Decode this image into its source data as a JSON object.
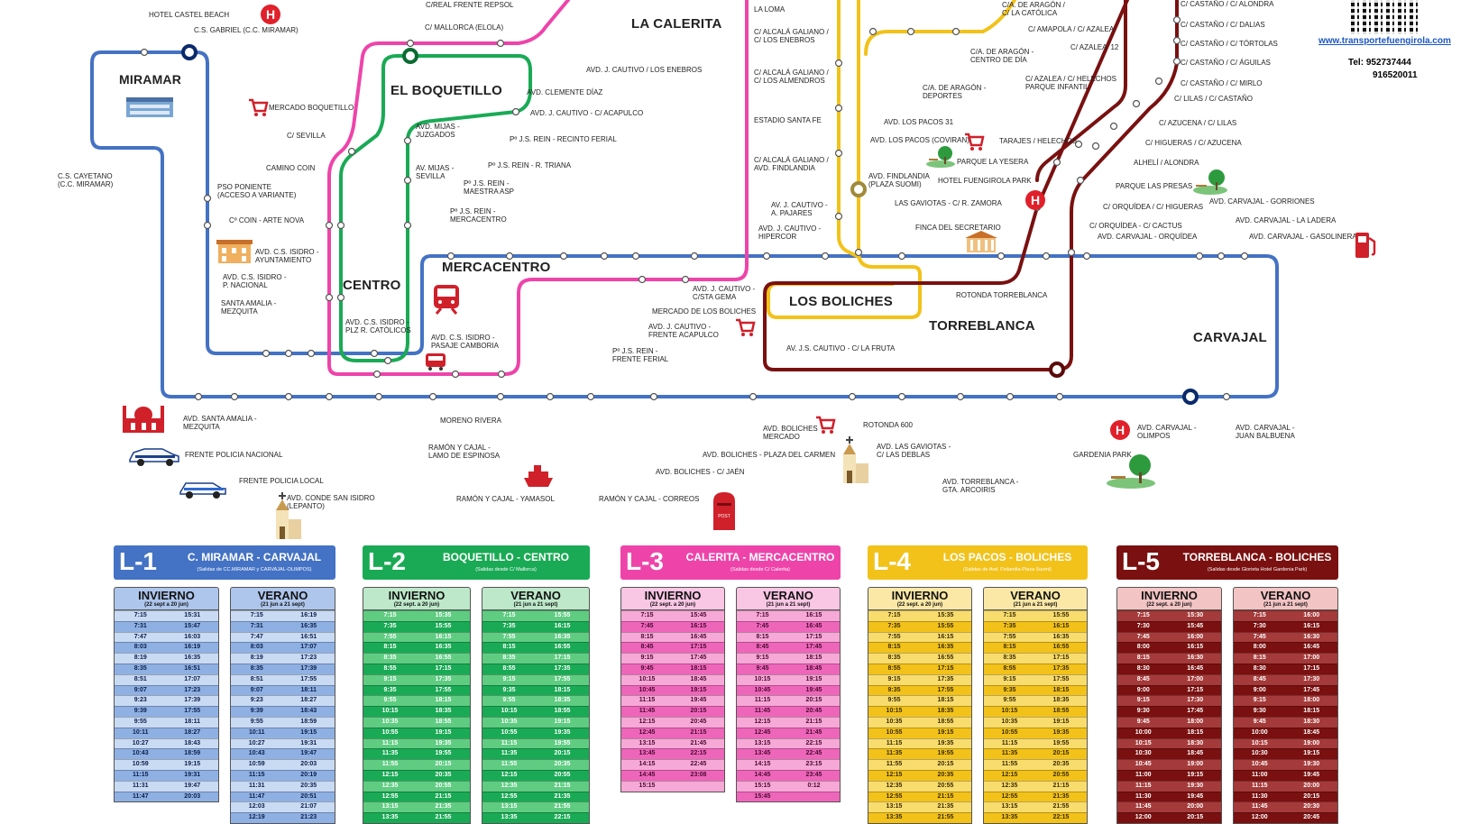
{
  "areas": {
    "miramar": "MIRAMAR",
    "el_boquetillo": "EL BOQUETILLO",
    "centro": "CENTRO",
    "mercacentro": "MERCACENTRO",
    "la_calerita": "LA CALERITA",
    "los_boliches": "LOS BOLICHES",
    "torreblanca": "TORREBLANCA",
    "carvajal": "CARVAJAL"
  },
  "stops": {
    "s01": "HOTEL CASTEL BEACH",
    "s02": "C.S. GABRIEL (C.C. MIRAMAR)",
    "s03": "C/REAL FRENTE REPSOL",
    "s04": "C/ MALLORCA (ELOLA)",
    "s05": "MERCADO BOQUETILLO",
    "s06": "C/ SEVILLA",
    "s07": "CAMINO COIN",
    "s08": "C.S. CAYETANO\n(C.C. MIRAMAR)",
    "s09": "PSO PONIENTE\n(ACCESO A VARIANTE)",
    "s10": "Cº COIN - ARTE NOVA",
    "s11": "AVD. C.S. ISIDRO -\nAYUNTAMIENTO",
    "s12": "AVD. C.S. ISIDRO -\nP. NACIONAL",
    "s13": "SANTA AMALIA -\nMEZQUITA",
    "s14": "AVD. C.S. ISIDRO -\nPLZ R. CATÓLICOS",
    "s15": "AVD. C.S. ISIDRO -\nPASAJE CAMBORIA",
    "s16": "AVD. CLEMENTE DÍAZ",
    "s17": "AVD. MIJAS -\nJUZGADOS",
    "s18": "AV. MIJAS -\nSEVILLA",
    "s19": "Pº J.S. REIN - RECINTO FERIAL",
    "s20": "Pº J.S. REIN - R. TRIANA",
    "s21": "Pº J.S. REIN -\nMAESTRA ASP",
    "s22": "Pº J.S. REIN -\nMERCACENTRO",
    "s23": "AVD. J. CAUTIVO / LOS ENEBROS",
    "s24": "AVD. J. CAUTIVO - C/ ACAPULCO",
    "s25": "LA LOMA",
    "s26": "C/ ALCALÁ GALIANO /\nC/ LOS ENEBROS",
    "s27": "C/ ALCALÁ GALIANO /\nC/ LOS ALMENDROS",
    "s28": "ESTADIO SANTA FE",
    "s29": "C/ ALCALÁ GALIANO /\nAVD. FINDLANDIA",
    "s30": "AV. J. CAUTIVO -\nA. PAJARES",
    "s31": "AVD. J. CAUTIVO -\nHIPERCOR",
    "s32": "AVD. J. CAUTIVO -\nC/STA GEMA",
    "s33": "MERCADO DE LOS BOLICHES",
    "s34": "AVD. J. CAUTIVO -\nFRENTE ACAPULCO",
    "s35": "Pº J.S. REIN -\nFRENTE FERIAL",
    "s36": "AV. J.S. CAUTIVO - C/ LA FRUTA",
    "s37": "AVD. LOS PACOS 31",
    "s38": "AVD. LOS PACOS (COVIRAN)",
    "s39": "AVD. FINDLANDIA\n(PLAZA SUOMI)",
    "s40": "LAS GAVIOTAS - C/ R. ZAMORA",
    "s41": "FINCA DEL SECRETARIO",
    "s42": "ROTONDA TORREBLANCA",
    "s43": "C/A. DE ARAGÓN /\nC/ LA CATÓLICA",
    "s44": "C/ AMAPOLA / C/ AZALEA",
    "s45": "C/ AZALEA  12",
    "s46": "C/A. DE ARAGÓN -\nCENTRO DE DÍA",
    "s47": "C/ AZALEA / C/ HELECHOS\nPARQUE INFANTIL",
    "s48": "C/A. DE ARAGÓN -\nDEPORTES",
    "s49": "TARAJES / HELECHOS",
    "s50": "PARQUE LA YESERA",
    "s51": "HOTEL FUENGIROLA PARK",
    "s52": "C/ CASTAÑO / C/ ALONDRA",
    "s53": "C/ CASTAÑO / C/ DALIAS",
    "s54": "C/ CASTAÑO / C/ TÓRTOLAS",
    "s55": "C/ CASTAÑO / C/ ÁGUILAS",
    "s56": "C/ CASTAÑO / C/ MIRLO",
    "s57": "C/ LILAS / C/ CASTAÑO",
    "s58": "C/ AZUCENA / C/ LILAS",
    "s59": "C/ HIGUERAS / C/ AZUCENA",
    "s60": "ALHELÍ / ALONDRA",
    "s61": "PARQUE LAS PRESAS",
    "s62": "C/ ORQUÍDEA / C/ HIGUERAS",
    "s63": "C/ ORQUÍDEA - C/ CACTUS",
    "s64": "AVD. CARVAJAL - GORRIONES",
    "s65": "AVD. CARVAJAL - LA LADERA",
    "s66": "AVD. CARVAJAL - ORQUÍDEA",
    "s67": "AVD. CARVAJAL - GASOLINERA",
    "s68": "AVD. SANTA AMALIA -\nMEZQUITA",
    "s69": "FRENTE POLICIA NACIONAL",
    "s70": "FRENTE POLICIA LOCAL",
    "s71": "AVD. CONDE SAN ISIDRO\n(LEPANTO)",
    "s72": "MORENO RIVERA",
    "s73": "RAMÓN Y CAJAL -\nLAMO DE ESPINOSA",
    "s74": "RAMÓN Y CAJAL - YAMASOL",
    "s75": "RAMÓN Y CAJAL - CORREOS",
    "s76": "AVD. BOLICHES - C/ JAÉN",
    "s77": "AVD. BOLICHES - PLAZA DEL CARMEN",
    "s78": "AVD. BOLICHES\nMERCADO",
    "s79": "ROTONDA 600",
    "s80": "AVD. LAS GAVIOTAS -\nC/ LAS DEBLAS",
    "s81": "AVD. TORREBLANCA -\nGTA. ARCOIRIS",
    "s82": "GARDENIA PARK",
    "s83": "AVD. CARVAJAL -\nOLIMPOS",
    "s84": "AVD. CARVAJAL -\nJUAN BALBUENA"
  },
  "contact": {
    "website": "www.transportefuengirola.com",
    "phone": "Tel: 952737444",
    "phone2": "916520011"
  },
  "colors": {
    "l1": "#4472c4",
    "l2": "#1aaa55",
    "l3": "#ee44aa",
    "l4": "#f2c21a",
    "l5": "#7a1010"
  },
  "lines": [
    {
      "number": "L-1",
      "route": "C. MIRAMAR - CARVAJAL",
      "sub": "(Salidas de CC.MIRAMAR y CARVAJAL-OLIMPOS)",
      "winter_label": "INVIERNO",
      "winter_dates": "(22 sept a 20 jun)",
      "summer_label": "VERANO",
      "summer_dates": "(21 jun a 21 sept)",
      "winter": [
        [
          "7:15",
          "15:31"
        ],
        [
          "7:31",
          "15:47"
        ],
        [
          "7:47",
          "16:03"
        ],
        [
          "8:03",
          "16:19"
        ],
        [
          "8:19",
          "16:35"
        ],
        [
          "8:35",
          "16:51"
        ],
        [
          "8:51",
          "17:07"
        ],
        [
          "9:07",
          "17:23"
        ],
        [
          "9:23",
          "17:39"
        ],
        [
          "9:39",
          "17:55"
        ],
        [
          "9:55",
          "18:11"
        ],
        [
          "10:11",
          "18:27"
        ],
        [
          "10:27",
          "18:43"
        ],
        [
          "10:43",
          "18:59"
        ],
        [
          "10:59",
          "19:15"
        ],
        [
          "11:15",
          "19:31"
        ],
        [
          "11:31",
          "19:47"
        ],
        [
          "11:47",
          "20:03"
        ]
      ],
      "summer": [
        [
          "7:15",
          "16:19"
        ],
        [
          "7:31",
          "16:35"
        ],
        [
          "7:47",
          "16:51"
        ],
        [
          "8:03",
          "17:07"
        ],
        [
          "8:19",
          "17:23"
        ],
        [
          "8:35",
          "17:39"
        ],
        [
          "8:51",
          "17:55"
        ],
        [
          "9:07",
          "18:11"
        ],
        [
          "9:23",
          "18:27"
        ],
        [
          "9:39",
          "18:43"
        ],
        [
          "9:55",
          "18:59"
        ],
        [
          "10:11",
          "19:15"
        ],
        [
          "10:27",
          "19:31"
        ],
        [
          "10:43",
          "19:47"
        ],
        [
          "10:59",
          "20:03"
        ],
        [
          "11:15",
          "20:19"
        ],
        [
          "11:31",
          "20:35"
        ],
        [
          "11:47",
          "20:51"
        ],
        [
          "12:03",
          "21:07"
        ],
        [
          "12:19",
          "21:23"
        ]
      ]
    },
    {
      "number": "L-2",
      "route": "BOQUETILLO - CENTRO",
      "sub": "(Salidas desde C/ Mallorca)",
      "winter_label": "INVIERNO",
      "winter_dates": "(22 sept. a 20 jun)",
      "summer_label": "VERANO",
      "summer_dates": "(21 jun a 21 sept)",
      "winter": [
        [
          "7:15",
          "15:35"
        ],
        [
          "7:35",
          "15:55"
        ],
        [
          "7:55",
          "16:15"
        ],
        [
          "8:15",
          "16:35"
        ],
        [
          "8:35",
          "16:55"
        ],
        [
          "8:55",
          "17:15"
        ],
        [
          "9:15",
          "17:35"
        ],
        [
          "9:35",
          "17:55"
        ],
        [
          "9:55",
          "18:15"
        ],
        [
          "10:15",
          "18:35"
        ],
        [
          "10:35",
          "18:55"
        ],
        [
          "10:55",
          "19:15"
        ],
        [
          "11:15",
          "19:35"
        ],
        [
          "11:35",
          "19:55"
        ],
        [
          "11:55",
          "20:15"
        ],
        [
          "12:15",
          "20:35"
        ],
        [
          "12:35",
          "20:55"
        ],
        [
          "12:55",
          "21:15"
        ],
        [
          "13:15",
          "21:35"
        ],
        [
          "13:35",
          "21:55"
        ]
      ],
      "summer": [
        [
          "7:15",
          "15:55"
        ],
        [
          "7:35",
          "16:15"
        ],
        [
          "7:55",
          "16:35"
        ],
        [
          "8:15",
          "16:55"
        ],
        [
          "8:35",
          "17:15"
        ],
        [
          "8:55",
          "17:35"
        ],
        [
          "9:15",
          "17:55"
        ],
        [
          "9:35",
          "18:15"
        ],
        [
          "9:55",
          "18:35"
        ],
        [
          "10:15",
          "18:55"
        ],
        [
          "10:35",
          "19:15"
        ],
        [
          "10:55",
          "19:35"
        ],
        [
          "11:15",
          "19:55"
        ],
        [
          "11:35",
          "20:15"
        ],
        [
          "11:55",
          "20:35"
        ],
        [
          "12:15",
          "20:55"
        ],
        [
          "12:35",
          "21:15"
        ],
        [
          "12:55",
          "21:35"
        ],
        [
          "13:15",
          "21:55"
        ],
        [
          "13:35",
          "22:15"
        ]
      ]
    },
    {
      "number": "L-3",
      "route": "CALERITA - MERCACENTRO",
      "sub": "(Salidas desde C/ Calerita)",
      "winter_label": "INVIERNO",
      "winter_dates": "(22 sept. a 20 jun)",
      "summer_label": "VERANO",
      "summer_dates": "(21 jun a 21 sept)",
      "winter": [
        [
          "7:15",
          "15:45"
        ],
        [
          "7:45",
          "16:15"
        ],
        [
          "8:15",
          "16:45"
        ],
        [
          "8:45",
          "17:15"
        ],
        [
          "9:15",
          "17:45"
        ],
        [
          "9:45",
          "18:15"
        ],
        [
          "10:15",
          "18:45"
        ],
        [
          "10:45",
          "19:15"
        ],
        [
          "11:15",
          "19:45"
        ],
        [
          "11:45",
          "20:15"
        ],
        [
          "12:15",
          "20:45"
        ],
        [
          "12:45",
          "21:15"
        ],
        [
          "13:15",
          "21:45"
        ],
        [
          "13:45",
          "22:15"
        ],
        [
          "14:15",
          "22:45"
        ],
        [
          "14:45",
          "23:08"
        ],
        [
          "15:15",
          ""
        ]
      ],
      "summer": [
        [
          "7:15",
          "16:15"
        ],
        [
          "7:45",
          "16:45"
        ],
        [
          "8:15",
          "17:15"
        ],
        [
          "8:45",
          "17:45"
        ],
        [
          "9:15",
          "18:15"
        ],
        [
          "9:45",
          "18:45"
        ],
        [
          "10:15",
          "19:15"
        ],
        [
          "10:45",
          "19:45"
        ],
        [
          "11:15",
          "20:15"
        ],
        [
          "11:45",
          "20:45"
        ],
        [
          "12:15",
          "21:15"
        ],
        [
          "12:45",
          "21:45"
        ],
        [
          "13:15",
          "22:15"
        ],
        [
          "13:45",
          "22:45"
        ],
        [
          "14:15",
          "23:15"
        ],
        [
          "14:45",
          "23:45"
        ],
        [
          "15:15",
          "0:12"
        ],
        [
          "15:45",
          ""
        ]
      ]
    },
    {
      "number": "L-4",
      "route": "LOS PACOS - BOLICHES",
      "sub": "(Salidas de Avd. Finlandia-Plaza Suomi)",
      "winter_label": "INVIERNO",
      "winter_dates": "(22 sept. a 20 jun)",
      "summer_label": "VERANO",
      "summer_dates": "(21 jun a 21 sept)",
      "winter": [
        [
          "7:15",
          "15:35"
        ],
        [
          "7:35",
          "15:55"
        ],
        [
          "7:55",
          "16:15"
        ],
        [
          "8:15",
          "16:35"
        ],
        [
          "8:35",
          "16:55"
        ],
        [
          "8:55",
          "17:15"
        ],
        [
          "9:15",
          "17:35"
        ],
        [
          "9:35",
          "17:55"
        ],
        [
          "9:55",
          "18:15"
        ],
        [
          "10:15",
          "18:35"
        ],
        [
          "10:35",
          "18:55"
        ],
        [
          "10:55",
          "19:15"
        ],
        [
          "11:15",
          "19:35"
        ],
        [
          "11:35",
          "19:55"
        ],
        [
          "11:55",
          "20:15"
        ],
        [
          "12:15",
          "20:35"
        ],
        [
          "12:35",
          "20:55"
        ],
        [
          "12:55",
          "21:15"
        ],
        [
          "13:15",
          "21:35"
        ],
        [
          "13:35",
          "21:55"
        ]
      ],
      "summer": [
        [
          "7:15",
          "15:55"
        ],
        [
          "7:35",
          "16:15"
        ],
        [
          "7:55",
          "16:35"
        ],
        [
          "8:15",
          "16:55"
        ],
        [
          "8:35",
          "17:15"
        ],
        [
          "8:55",
          "17:35"
        ],
        [
          "9:15",
          "17:55"
        ],
        [
          "9:35",
          "18:15"
        ],
        [
          "9:55",
          "18:35"
        ],
        [
          "10:15",
          "18:55"
        ],
        [
          "10:35",
          "19:15"
        ],
        [
          "10:55",
          "19:35"
        ],
        [
          "11:15",
          "19:55"
        ],
        [
          "11:35",
          "20:15"
        ],
        [
          "11:55",
          "20:35"
        ],
        [
          "12:15",
          "20:55"
        ],
        [
          "12:35",
          "21:15"
        ],
        [
          "12:55",
          "21:35"
        ],
        [
          "13:15",
          "21:55"
        ],
        [
          "13:35",
          "22:15"
        ]
      ]
    },
    {
      "number": "L-5",
      "route": "TORREBLANCA - BOLICHES",
      "sub": "(Salidas desde Glorieta Hotel Gardenia Park)",
      "winter_label": "INVIERNO",
      "winter_dates": "(22 sept. a 20 jun)",
      "summer_label": "VERANO",
      "summer_dates": "(21 jun a 21 sept)",
      "winter": [
        [
          "7:15",
          "15:30"
        ],
        [
          "7:30",
          "15:45"
        ],
        [
          "7:45",
          "16:00"
        ],
        [
          "8:00",
          "16:15"
        ],
        [
          "8:15",
          "16:30"
        ],
        [
          "8:30",
          "16:45"
        ],
        [
          "8:45",
          "17:00"
        ],
        [
          "9:00",
          "17:15"
        ],
        [
          "9:15",
          "17:30"
        ],
        [
          "9:30",
          "17:45"
        ],
        [
          "9:45",
          "18:00"
        ],
        [
          "10:00",
          "18:15"
        ],
        [
          "10:15",
          "18:30"
        ],
        [
          "10:30",
          "18:45"
        ],
        [
          "10:45",
          "19:00"
        ],
        [
          "11:00",
          "19:15"
        ],
        [
          "11:15",
          "19:30"
        ],
        [
          "11:30",
          "19:45"
        ],
        [
          "11:45",
          "20:00"
        ],
        [
          "12:00",
          "20:15"
        ]
      ],
      "summer": [
        [
          "7:15",
          "16:00"
        ],
        [
          "7:30",
          "16:15"
        ],
        [
          "7:45",
          "16:30"
        ],
        [
          "8:00",
          "16:45"
        ],
        [
          "8:15",
          "17:00"
        ],
        [
          "8:30",
          "17:15"
        ],
        [
          "8:45",
          "17:30"
        ],
        [
          "9:00",
          "17:45"
        ],
        [
          "9:15",
          "18:00"
        ],
        [
          "9:30",
          "18:15"
        ],
        [
          "9:45",
          "18:30"
        ],
        [
          "10:00",
          "18:45"
        ],
        [
          "10:15",
          "19:00"
        ],
        [
          "10:30",
          "19:15"
        ],
        [
          "10:45",
          "19:30"
        ],
        [
          "11:00",
          "19:45"
        ],
        [
          "11:15",
          "20:00"
        ],
        [
          "11:30",
          "20:15"
        ],
        [
          "11:45",
          "20:30"
        ],
        [
          "12:00",
          "20:45"
        ]
      ]
    }
  ]
}
